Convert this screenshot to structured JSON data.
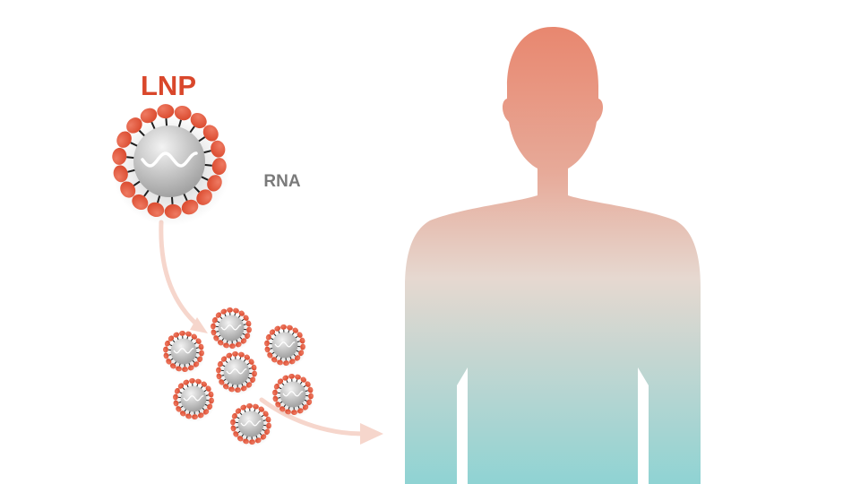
{
  "labels": {
    "lnp": "LNP",
    "rna": "RNA"
  },
  "icons": {
    "lipid_nanoparticle": "lipid-nanoparticle-icon",
    "rna_strand": "rna-strand-icon",
    "human": "human-silhouette-icon",
    "arrow": "flow-arrow"
  },
  "colors": {
    "lnp_label": "#d9472b",
    "rna_label": "#7a7a7a",
    "lipid_head": "#d9472b",
    "lipid_head_highlight": "#ee7a62",
    "lipid_tail": "#1f1f1f",
    "core_light": "#f3f3f3",
    "core_dark": "#9c9c9c",
    "arrow": "#f6d6cc",
    "silhouette_top": "#e8876f",
    "silhouette_mid": "#e6d8d0",
    "silhouette_bottom": "#8fd3d3"
  }
}
